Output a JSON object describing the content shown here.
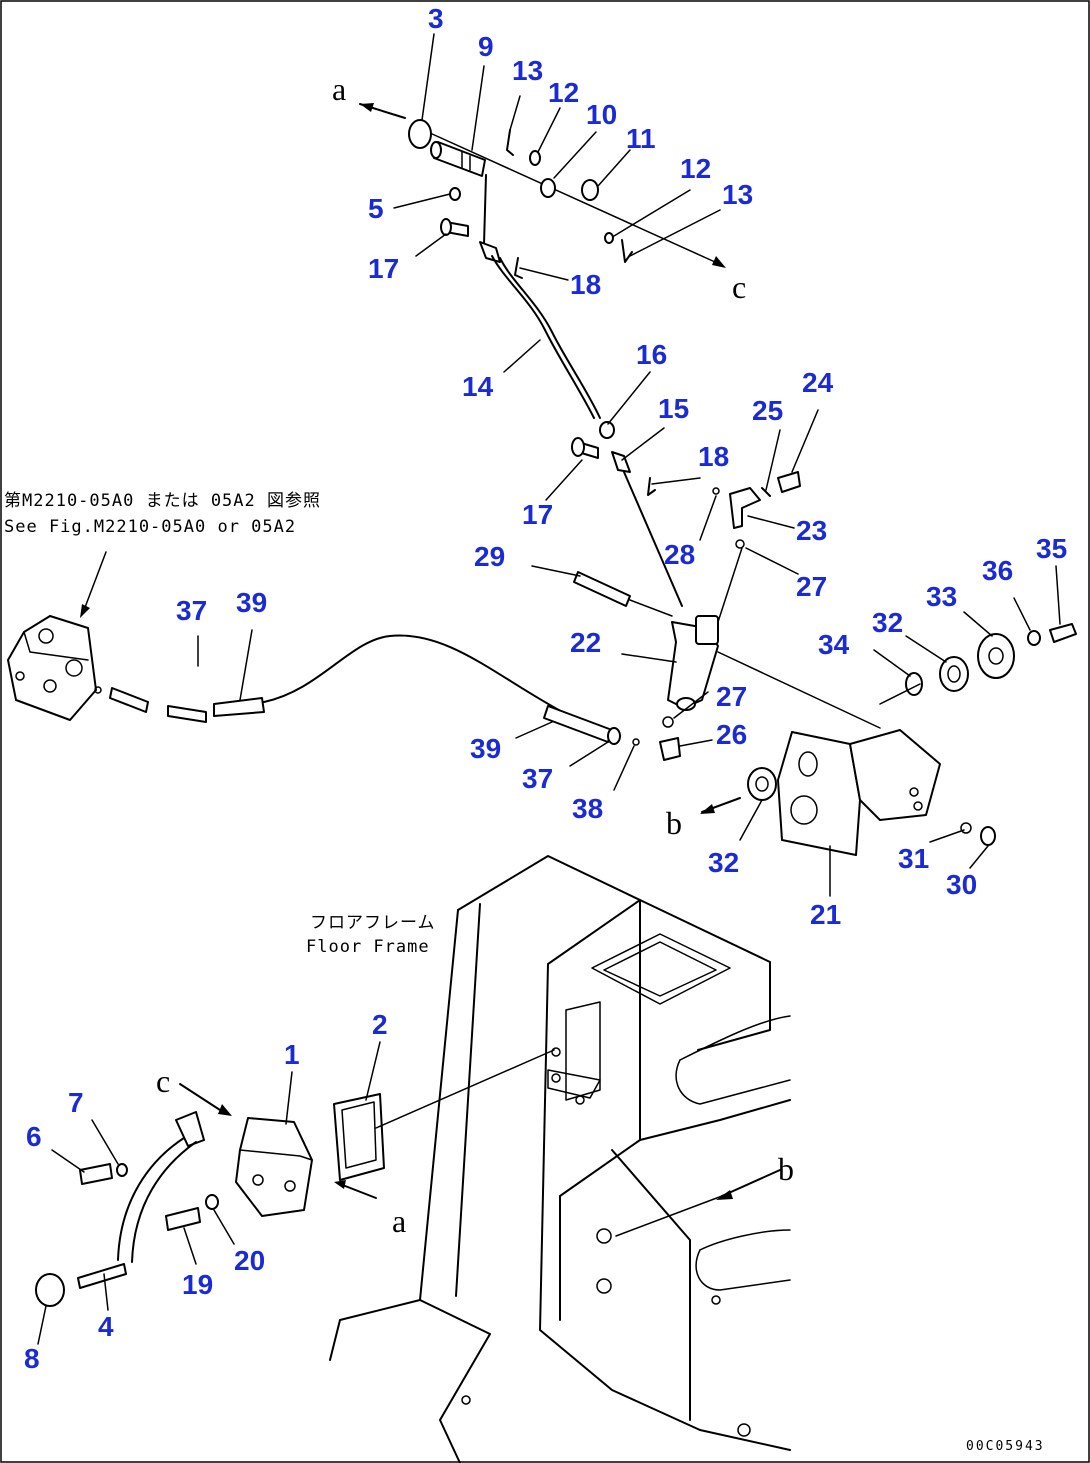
{
  "callouts": [
    "3",
    "9",
    "13",
    "12",
    "10",
    "11",
    "12",
    "13",
    "5",
    "17",
    "18",
    "14",
    "16",
    "15",
    "18",
    "25",
    "24",
    "17",
    "23",
    "28",
    "27",
    "29",
    "22",
    "27",
    "26",
    "39",
    "37",
    "38",
    "37",
    "39",
    "34",
    "32",
    "33",
    "36",
    "35",
    "32",
    "31",
    "30",
    "21",
    "1",
    "2",
    "7",
    "6",
    "20",
    "19",
    "4",
    "8"
  ],
  "refs": [
    "a",
    "c",
    "b",
    "c",
    "a",
    "b"
  ],
  "note_ref": {
    "jp": "第M2210-05A0 または 05A2 図参照",
    "en": "See Fig.M2210-05A0 or 05A2"
  },
  "floor_frame": {
    "jp": "フロアフレーム",
    "en": "Floor Frame"
  },
  "drawing_code": "00C05943"
}
